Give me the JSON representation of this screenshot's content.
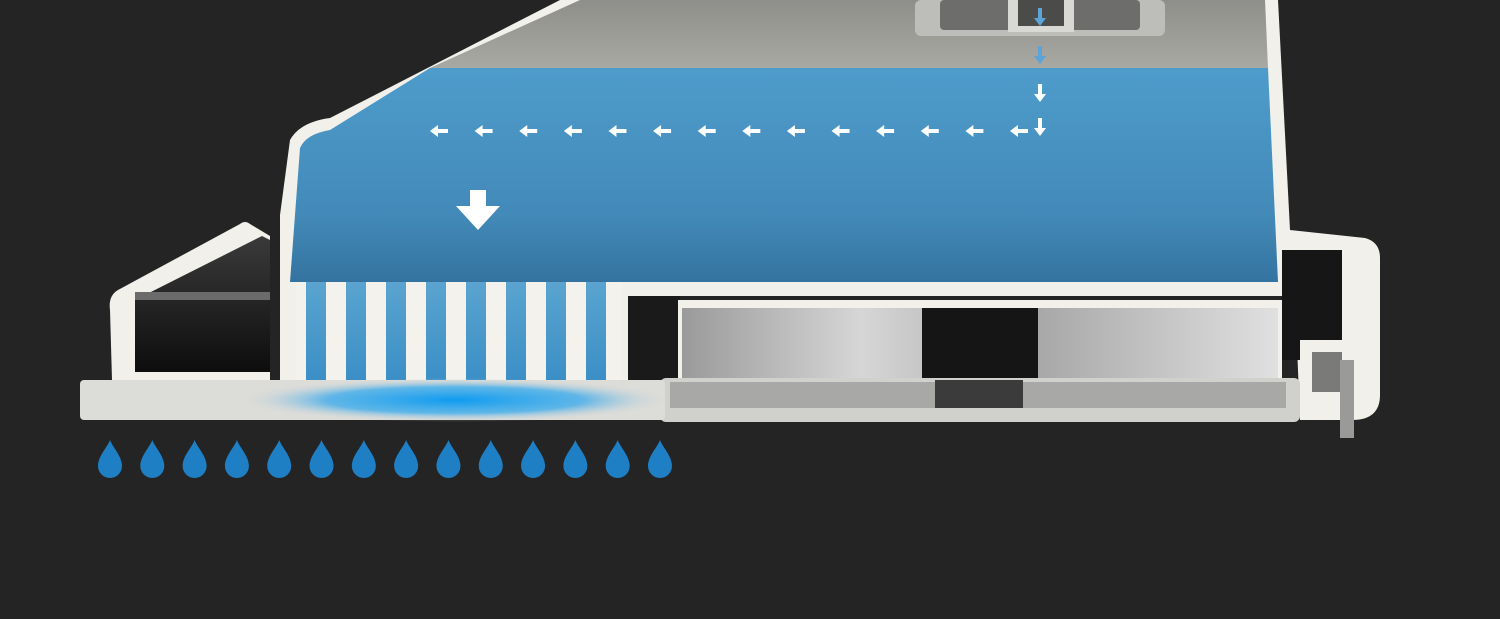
{
  "diagram": {
    "background_color": "#242424",
    "water_color": "#4a96c4",
    "drop_color": "#1e7fc4",
    "shell_color": "#f1f0ea",
    "arrow_color": "#ffffff",
    "flow_arrows_horizontal": 14,
    "flow_arrows_vertical": 4,
    "slits": 8,
    "drops": 14
  }
}
